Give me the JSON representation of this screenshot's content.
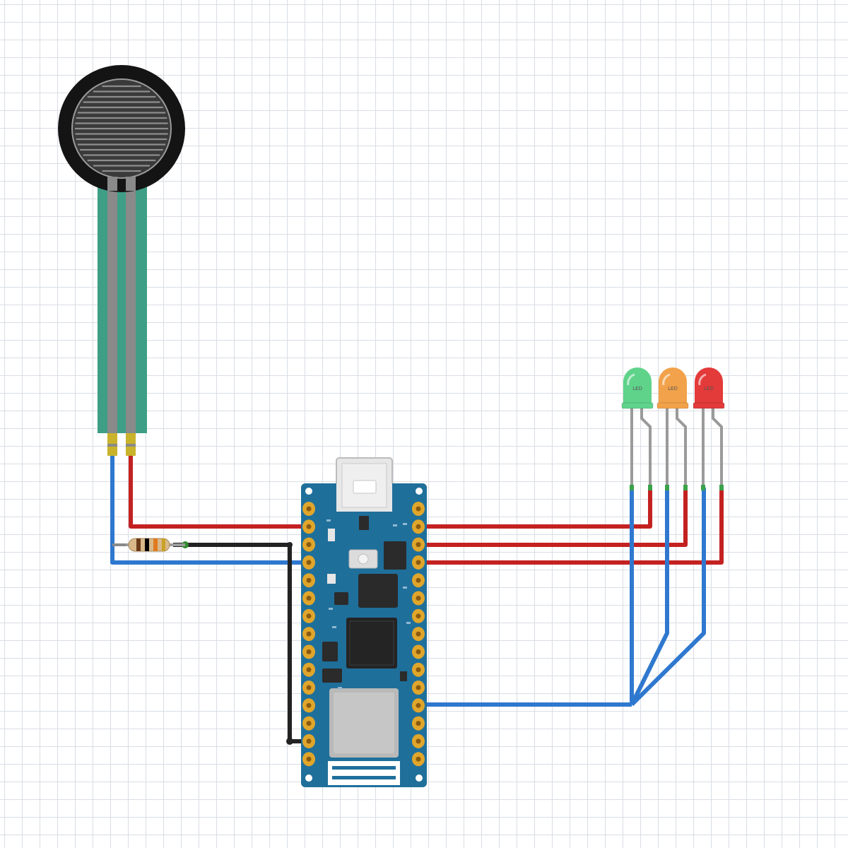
{
  "components": {
    "force_sensor": {
      "name": "force-sensitive-resistor",
      "body_color": "#1a1a1a",
      "tail_color": "#3f9e86",
      "trace_color": "#8a8a8a"
    },
    "resistor": {
      "name": "resistor",
      "band_colors": [
        "#6b3b1a",
        "#000000",
        "#e07a1f",
        "#c9a227"
      ]
    },
    "board": {
      "name": "arduino-nano-rp2040-connect",
      "color": "#1f6f9b",
      "pad_color": "#e0a62b"
    },
    "leds": [
      {
        "name": "green-led",
        "color": "#5fd38a",
        "label": "LED"
      },
      {
        "name": "orange-led",
        "color": "#f2a24a",
        "label": "LED"
      },
      {
        "name": "red-led",
        "color": "#e33a3a",
        "label": "LED"
      }
    ]
  },
  "wire_colors": {
    "signal": "#c42121",
    "ground": "#2f78cf",
    "jumper": "#222222"
  }
}
